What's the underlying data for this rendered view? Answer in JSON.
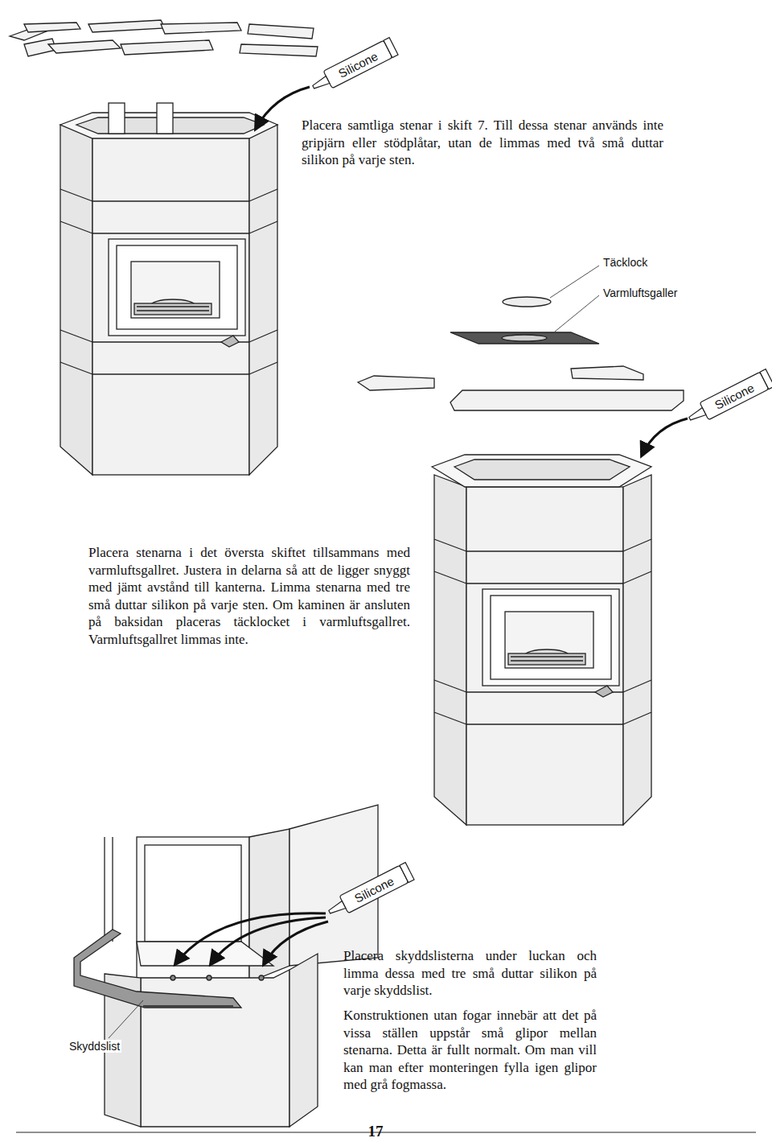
{
  "diagram": {
    "labels": [
      "Placera samtliga stenar i skift 7. Till dessa stenar används inte gripjärn eller stödplåtar, utan de limmas med två små duttar silikon på varje sten.",
      "Silicone",
      "Täcklock",
      "Varmluftsgaller",
      "Silicone",
      "Placera stenarna i det översta skiftet tillsammans med varmluftsgallret. Justera in delarna så att de ligger snyggt med jämt avstånd till kanterna. Limma stenarna med tre små duttar silikon på varje sten. Om kaminen är ansluten på baksidan placeras täcklocket i varmluftsgallret. Varmluftsgallret limmas inte.",
      "Silicone",
      "Placera skyddslisterna under luckan och limma dessa med tre små duttar silikon på varje skyddslist.",
      "Konstruktionen utan fogar innebär att det på vissa ställen uppstår små glipor mellan stenarna. Detta är fullt normalt. Om man vill kan man efter monteringen fylla igen glipor med grå fogmassa.",
      "Skyddslist",
      "17"
    ]
  }
}
